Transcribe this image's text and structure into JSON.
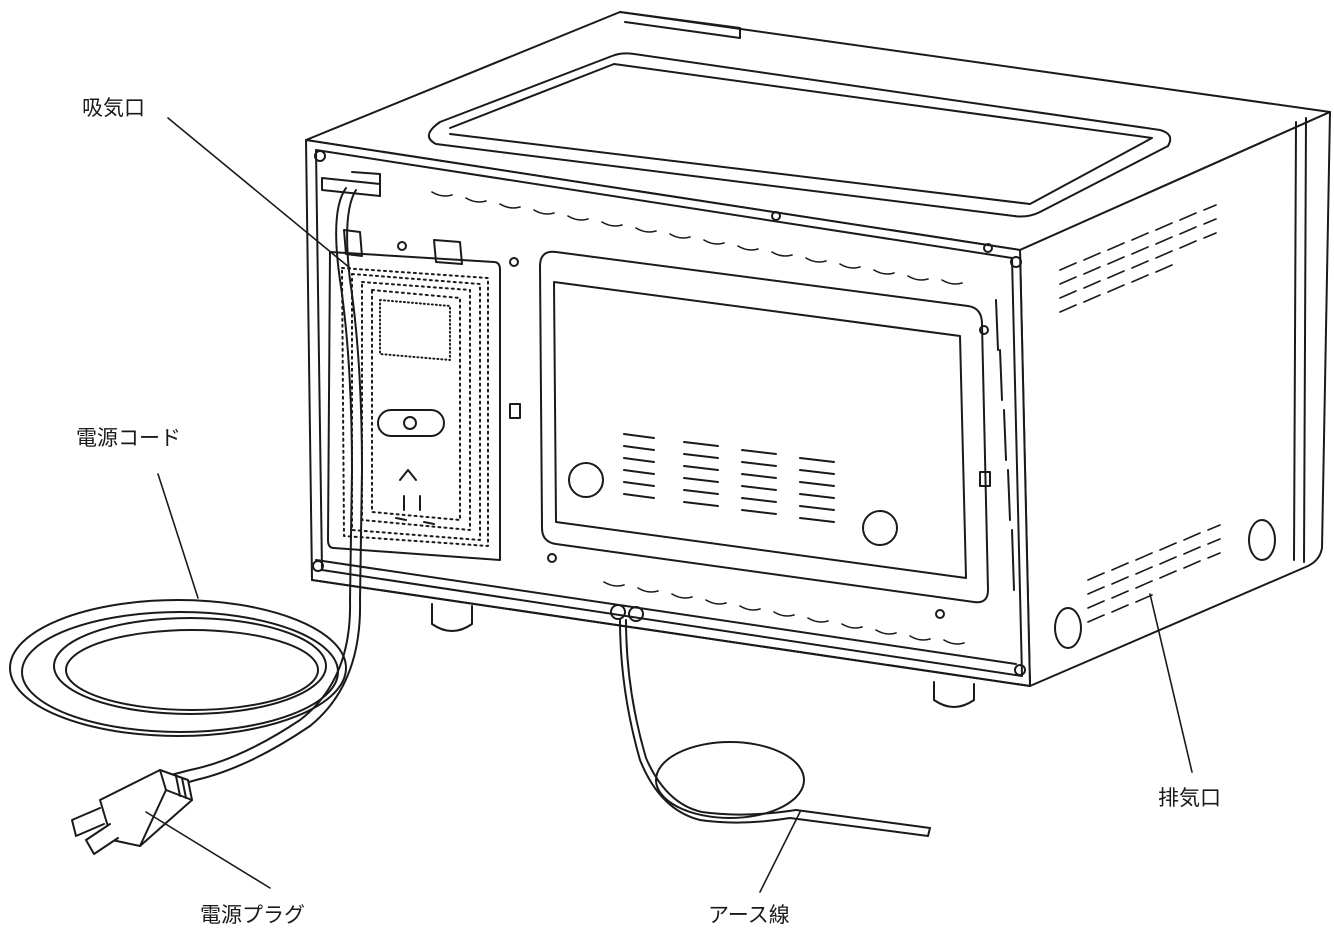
{
  "labels": {
    "intake": "吸気口",
    "power_cord": "電源コード",
    "power_plug": "電源プラグ",
    "earth_wire": "アース線",
    "exhaust": "排気口"
  },
  "colors": {
    "line": "#1a1a1a",
    "background": "#ffffff",
    "panel_fill": "#ffffff"
  }
}
